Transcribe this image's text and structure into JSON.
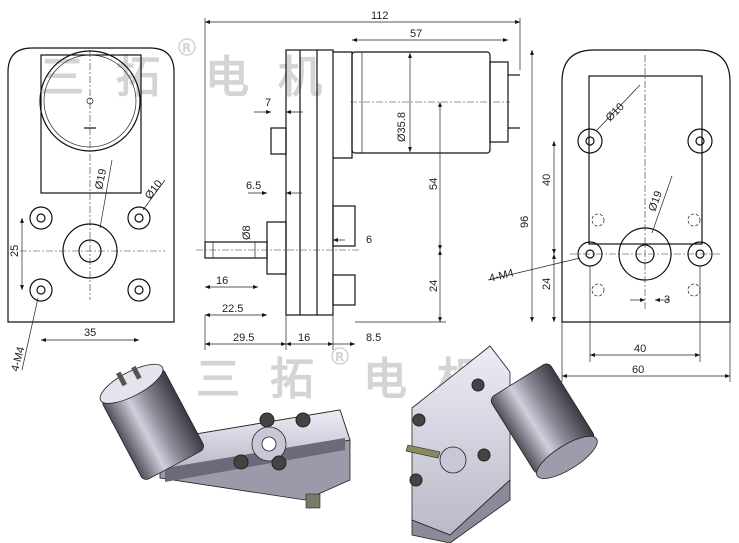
{
  "watermark": {
    "brand_chars": [
      "三",
      "拓",
      "电",
      "机"
    ],
    "registered_mark": "R"
  },
  "dimensions": {
    "overall_length": "112",
    "motor_length": "57",
    "motor_diameter": "Ø35.8",
    "flange_step": "7",
    "height_54": "54",
    "height_24_side": "24",
    "shaft_flat": "6.5",
    "shaft_diameter": "Ø8",
    "hub_offset": "6",
    "shaft_16": "16",
    "shaft_22_5": "22.5",
    "shaft_29_5": "29.5",
    "body_16": "16",
    "tail_8_5": "8.5",
    "front_d19": "Ø19",
    "front_d10": "Ø10",
    "front_25": "25",
    "front_35": "35",
    "front_thread": "4-M4",
    "right_d10": "Ø10",
    "right_d19": "Ø19",
    "right_40_v": "40",
    "right_96": "96",
    "right_24": "24",
    "right_thread": "4-M4",
    "right_3": "3",
    "right_40_h": "40",
    "right_60": "60"
  },
  "colors": {
    "line": "#111111",
    "watermark": "#d4d4d4",
    "metal_light": "#d9d9e6",
    "metal_dark": "#6c6c78"
  }
}
